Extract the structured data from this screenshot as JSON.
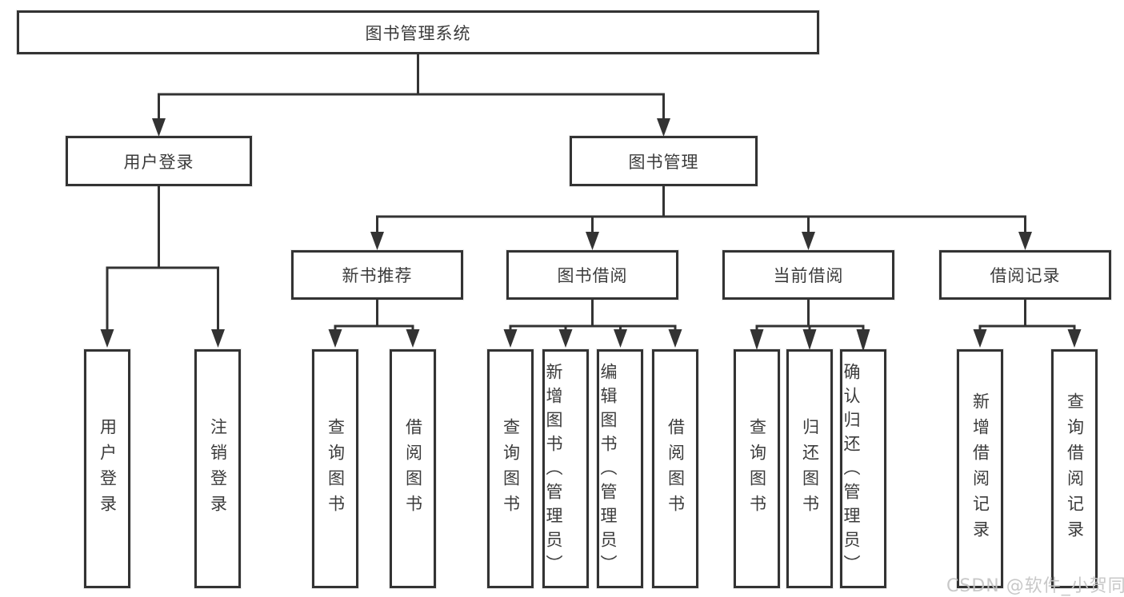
{
  "diagram": {
    "title": "图书管理系统",
    "branches": [
      {
        "label": "用户登录",
        "children": [
          "用户登录",
          "注销登录"
        ]
      },
      {
        "label": "图书管理",
        "children": [
          {
            "label": "新书推荐",
            "children": [
              "查询图书",
              "借阅图书"
            ]
          },
          {
            "label": "图书借阅",
            "children": [
              "查询图书",
              "新增图书（管理员）",
              "编辑图书（管理员）",
              "借阅图书"
            ]
          },
          {
            "label": "当前借阅",
            "children": [
              "查询图书",
              "归还图书",
              "确认归还（管理员）"
            ]
          },
          {
            "label": "借阅记录",
            "children": [
              "新增借阅记录",
              "查询借阅记录"
            ]
          }
        ]
      }
    ]
  },
  "watermark": "CSDN @软件_小贺同学",
  "colors": {
    "line": "#333333",
    "box_border": "#333333",
    "box_fill": "#ffffff",
    "text": "#3b3b3b",
    "watermark": "#c3c3c3"
  }
}
